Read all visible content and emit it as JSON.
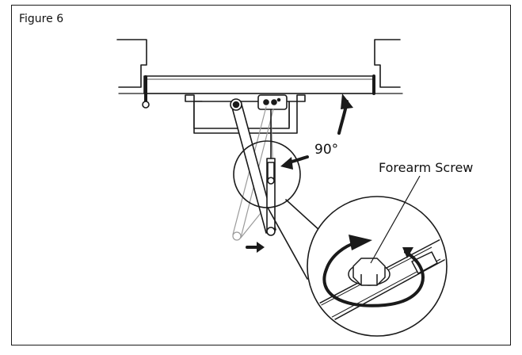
{
  "figure": {
    "title": "Figure 6",
    "angle_label": "90°",
    "callout_label": "Forearm Screw"
  },
  "colors": {
    "ink": "#1a1a1a",
    "paper": "#ffffff",
    "ghost": "#9a9a9a"
  }
}
